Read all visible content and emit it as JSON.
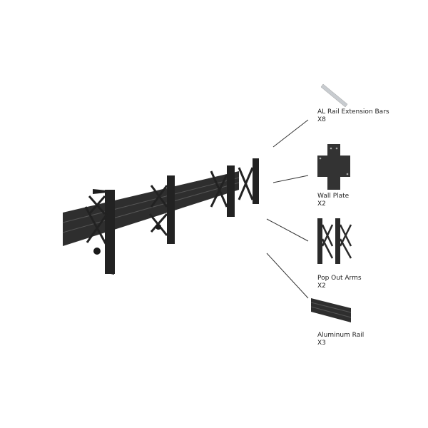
{
  "parts": [
    {
      "name": "AL Rail Extension Bars",
      "qty": "X8"
    },
    {
      "name": "Wall Plate",
      "qty": "X2"
    },
    {
      "name": "Pop Out Arms",
      "qty": "X2"
    },
    {
      "name": "Aluminum Rail",
      "qty": "X3"
    }
  ],
  "colors": {
    "metal": "#2b2b2b",
    "bar": "#c8ccd0",
    "line": "#333333"
  }
}
